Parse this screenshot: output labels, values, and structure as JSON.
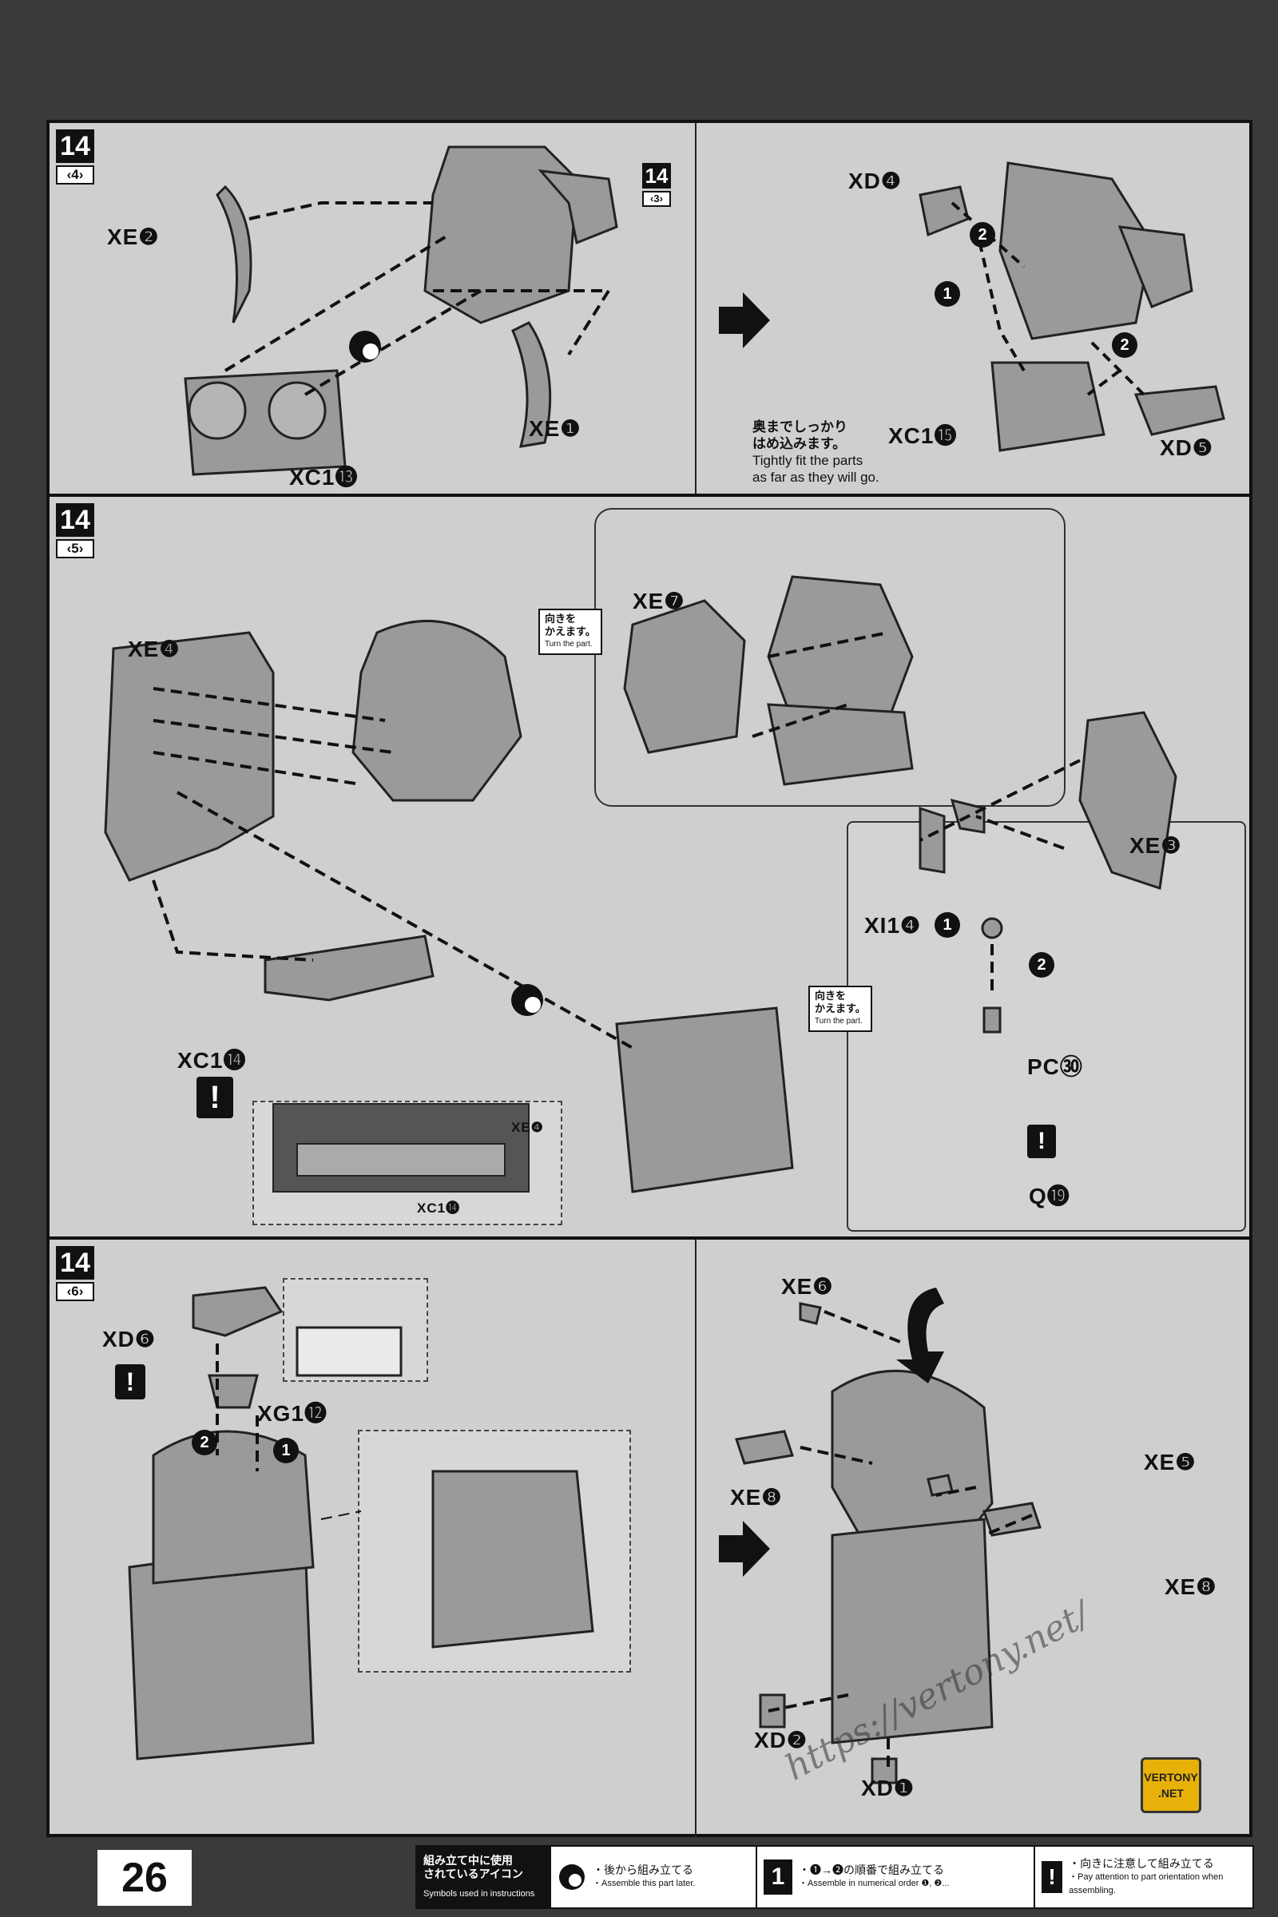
{
  "page": {
    "number": "26"
  },
  "panel_a": {
    "step_num": "14",
    "step_sub": "‹4›",
    "ref_num": "14",
    "ref_sub": "‹3›",
    "labels": {
      "xe2": "XE❷",
      "xc13": "XC1⓭",
      "xe1": "XE❶",
      "xd4": "XD❹",
      "xc15": "XC1⓯",
      "xd5": "XD❺"
    },
    "note_jp": "奥までしっかり\nはめ込みます。",
    "note_en": "Tightly fit the parts\nas far as they will go."
  },
  "panel_b": {
    "step_num": "14",
    "step_sub": "‹5›",
    "labels": {
      "xe7": "XE❼",
      "xe4": "XE❹",
      "xe3": "XE❸",
      "xi14": "XI1❹",
      "pc30": "PC㉚",
      "q19": "Q⓳",
      "xc14": "XC1⓮",
      "xe4b": "XE❹",
      "xc14b": "XC1⓮"
    },
    "callout_jp": "向きを\nかえます。",
    "callout_en": "Turn the part."
  },
  "panel_c": {
    "step_num": "14",
    "step_sub": "‹6›",
    "labels": {
      "xd6": "XD❻",
      "xg12": "XG1⓬",
      "xe6": "XE❻",
      "xe8a": "XE❽",
      "xe5": "XE❺",
      "xe8b": "XE❽",
      "xd2": "XD❷",
      "xd1": "XD❶"
    }
  },
  "badges": {
    "order1": "1",
    "order2": "2",
    "caution": "!"
  },
  "legend": {
    "title_jp": "組み立て中に使用\nされているアイコン",
    "title_en": "Symbols used in instructions",
    "later_jp": "・後から組み立てる",
    "later_en": "・Assemble this part later.",
    "order_jp": "・❶→❷の順番で組み立てる",
    "order_en": "・Assemble in numerical order ❶, ❷...",
    "attention_jp": "・向きに注意して組み立てる",
    "attention_en": "・Pay attention to part orientation when assembling."
  },
  "watermark": "https://vertony.net/",
  "logo": "VERTONY .NET",
  "colors": {
    "sheet": "#cfcfcf",
    "frame": "#3a3a3a",
    "logo": "#e7b10a"
  }
}
